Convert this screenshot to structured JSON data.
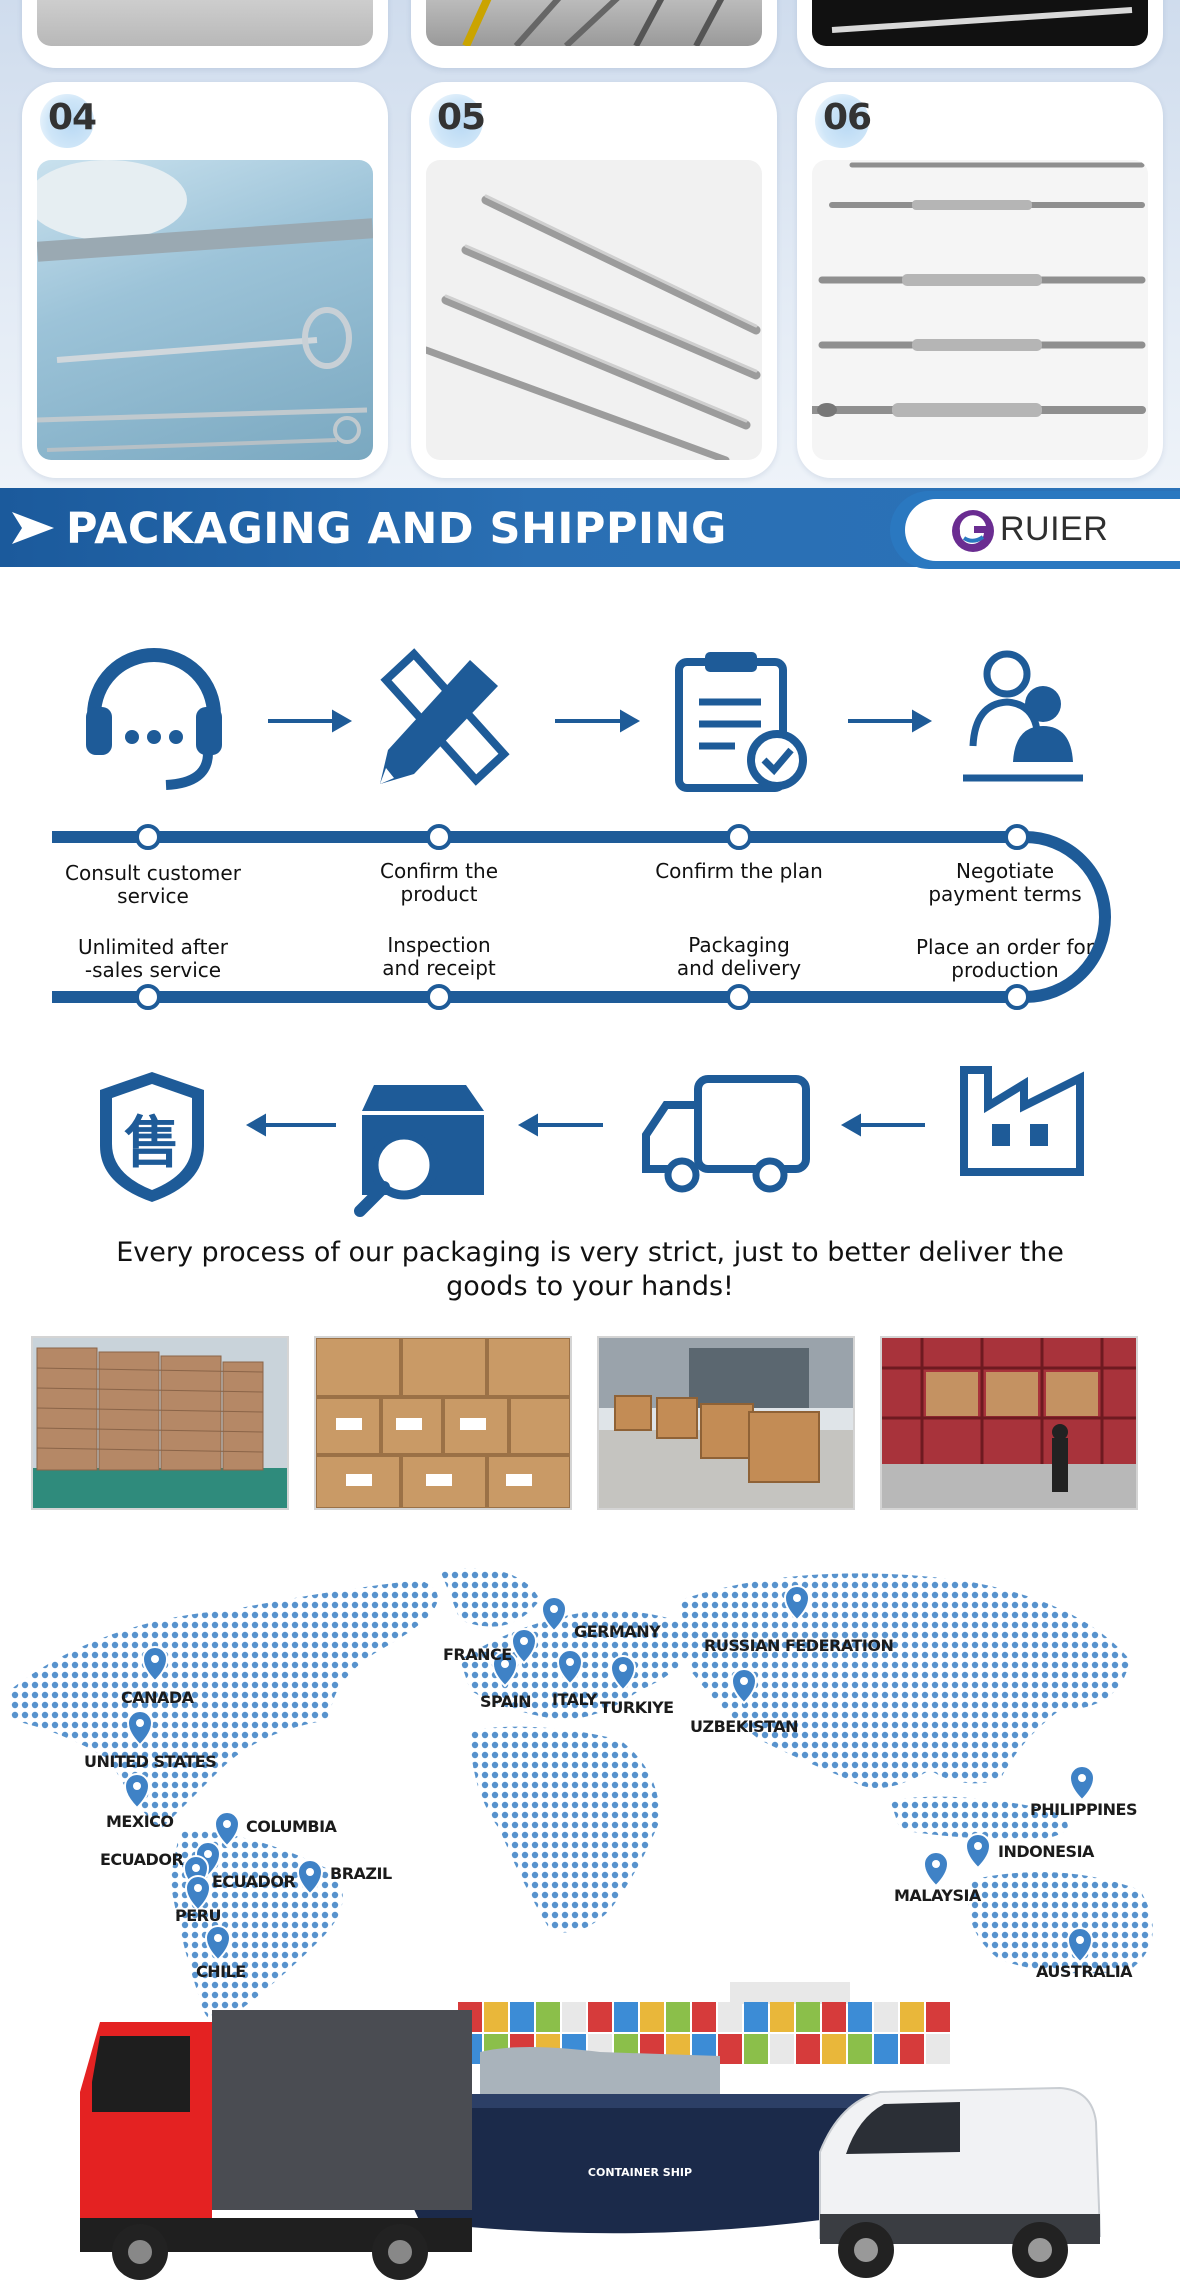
{
  "cards": [
    {
      "num": "04"
    },
    {
      "num": "05"
    },
    {
      "num": "06"
    }
  ],
  "section": {
    "title": "PACKAGING AND SHIPPING",
    "brand": "RUIER"
  },
  "colors": {
    "primary": "#1e5b98",
    "header": "#2a6fb3",
    "pin": "#3f82c6"
  },
  "process": {
    "top_steps": [
      "Consult customer\nservice",
      "Confirm the\nproduct",
      "Confirm the plan",
      "Negotiate\npayment terms"
    ],
    "bottom_steps": [
      "Unlimited after\n-sales service",
      "Inspection\nand receipt",
      "Packaging\nand delivery",
      "Place an order for\nproduction"
    ],
    "icons_top": [
      "headset-icon",
      "pencil-ruler-icon",
      "clipboard-check-icon",
      "people-icon"
    ],
    "icons_bottom": [
      "shield-sale-icon",
      "box-search-icon",
      "truck-icon",
      "factory-icon"
    ]
  },
  "tagline": "Every process of our packaging is very strict, just to better deliver the goods to your hands!",
  "map": {
    "labels": [
      "GERMANY",
      "FRANCE",
      "SPAIN",
      "ITALY",
      "TURKIYE",
      "RUSSIAN FEDERATION",
      "UZBEKISTAN",
      "CANADA",
      "UNITED STATES",
      "MEXICO",
      "COLUMBIA",
      "ECUADOR",
      "ECUADOR",
      "BRAZIL",
      "PERU",
      "CHILE",
      "PHILIPPINES",
      "INDONESIA",
      "MALAYSIA",
      "AUSTRALIA"
    ]
  },
  "vehicles": {
    "ship_text": "CONTAINER SHIP"
  }
}
